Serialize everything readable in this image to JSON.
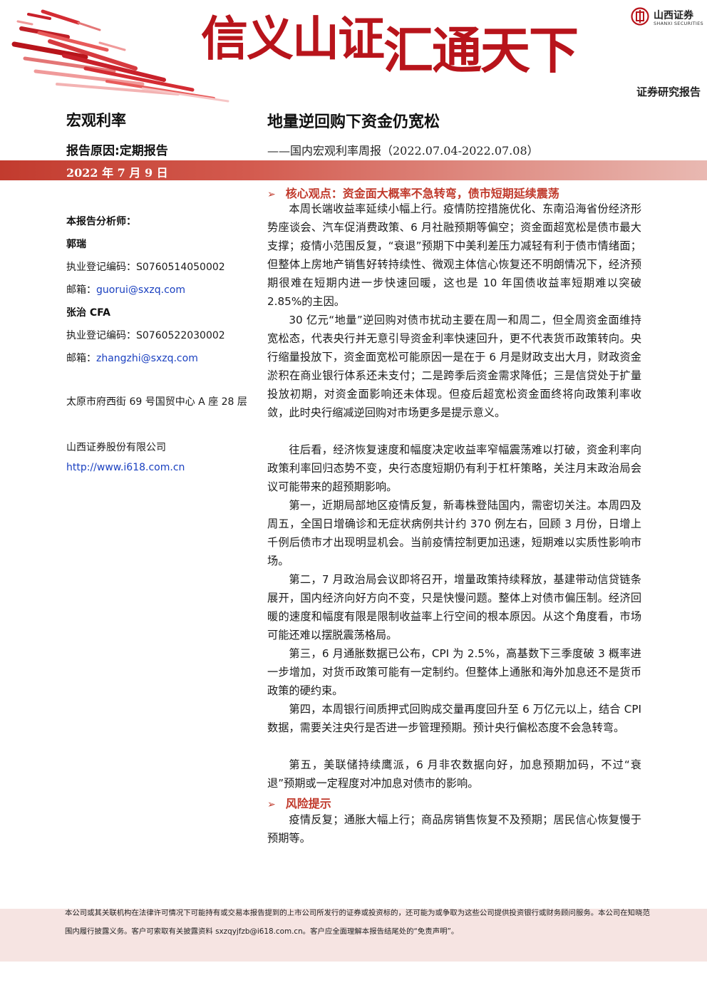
{
  "header": {
    "slogan_part1": "信义山证",
    "slogan_part2": "汇通天下",
    "brand_name": "山西证券",
    "brand_en": "SHANXI SECURITIES",
    "report_type": "证券研究报告"
  },
  "report": {
    "category": "宏观利率",
    "headline": "地量逆回购下资金仍宽松",
    "reason": "报告原因:定期报告",
    "subtitle": "——国内宏观利率周报（2022.07.04-2022.07.08）",
    "date": "2022 年 7 月 9 日"
  },
  "sidebar": {
    "analysts_label": "本报告分析师：",
    "analyst1_name": "郭瑞",
    "analyst1_reg": "执业登记编码：S0760514050002",
    "analyst1_email_label": "邮箱：",
    "analyst1_email": "guorui@sxzq.com",
    "analyst2_name": "张治 CFA",
    "analyst2_reg": "执业登记编码：S0760522030002",
    "analyst2_email_label": "邮箱：",
    "analyst2_email": "zhangzhi@sxzq.com",
    "address": "太原市府西街 69 号国贸中心 A 座 28 层",
    "company": "山西证券股份有限公司",
    "website": "http://www.i618.com.cn"
  },
  "main": {
    "core_heading": "核心观点：资金面大概率不急转弯，债市短期延续震荡",
    "paragraphs": [
      "本周长端收益率延续小幅上行。疫情防控措施优化、东南沿海省份经济形势座谈会、汽车促消费政策、6 月社融预期等偏空；资金面超宽松是债市最大支撑；疫情小范围反复，“衰退”预期下中美利差压力减轻有利于债市情绪面；但整体上房地产销售好转持续性、微观主体信心恢复还不明朗情况下，经济预期很难在短期内进一步快速回暖，这也是 10 年国债收益率短期难以突破 2.85%的主因。",
      "30 亿元“地量”逆回购对债市扰动主要在周一和周二，但全周资金面维持宽松态，代表央行并无意引导资金利率快速回升，更不代表货币政策转向。央行缩量投放下，资金面宽松可能原因一是在于 6 月是财政支出大月，财政资金淤积在商业银行体系还未支付；二是跨季后资金需求降低；三是信贷处于扩量投放初期，对资金面影响还未体现。但疫后超宽松资金面终将向政策利率收敛，此时央行缩减逆回购对市场更多是提示意义。",
      "往后看，经济恢复速度和幅度决定收益率窄幅震荡难以打破，资金利率向政策利率回归态势不变，央行态度短期仍有利于杠杆策略，关注月末政治局会议可能带来的超预期影响。",
      "第一，近期局部地区疫情反复，新毒株登陆国内，需密切关注。本周四及周五，全国日增确诊和无症状病例共计约 370 例左右，回顾 3 月份，日增上千例后债市才出现明显机会。当前疫情控制更加迅速，短期难以实质性影响市场。",
      "第二，7 月政治局会议即将召开，增量政策持续释放，基建带动信贷链条展开，国内经济向好方向不变，只是快慢问题。整体上对债市偏压制。经济回暖的速度和幅度有限是限制收益率上行空间的根本原因。从这个角度看，市场可能还难以摆脱震荡格局。",
      "第三，6 月通胀数据已公布，CPI 为 2.5%，高基数下三季度破 3 概率进一步增加，对货币政策可能有一定制约。但整体上通胀和海外加息还不是货币政策的硬约束。",
      "第四，本周银行间质押式回购成交量再度回升至 6 万亿元以上，结合 CPI 数据，需要关注央行是否进一步管理预期。预计央行偏松态度不会急转弯。",
      "第五，美联储持续鹰派，6 月非农数据向好，加息预期加码，不过“衰退”预期或一定程度对冲加息对债市的影响。"
    ],
    "risk_heading": "风险提示",
    "risk_text": "疫情反复；通胀大幅上行；商品房销售恢复不及预期；居民信心恢复慢于预期等。"
  },
  "footer": {
    "disclaimer": "本公司或其关联机构在法律许可情况下可能持有或交易本报告提到的上市公司所发行的证券或投资标的，还可能为或争取为这些公司提供投资银行或财务顾问服务。本公司在知晓范围内履行披露义务。客户可索取有关披露资料 sxzqyjfzb@i618.com.cn。客户应全面理解本报告结尾处的“免责声明”。"
  },
  "colors": {
    "brand_red": "#b8141b",
    "accent_red": "#c0392b",
    "footer_bg": "#f6e4e2",
    "link_blue": "#1a40c0"
  }
}
